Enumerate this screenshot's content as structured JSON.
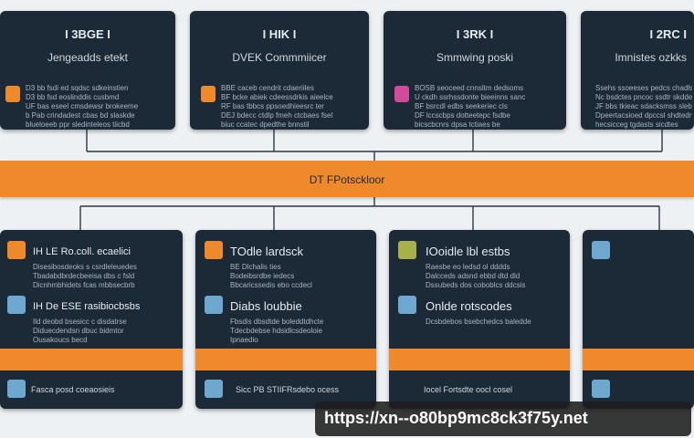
{
  "colors": {
    "card": "#1c2a38",
    "band": "#ef8a2c",
    "background": "#eef1f4",
    "orange_square": "#ef8a2c",
    "pink_square": "#d24a9a",
    "blue_square": "#6fa8cf",
    "olive_square": "#a8b04a"
  },
  "top_cards": [
    {
      "title": "I 3BGE I",
      "subtitle": "Jengeadds etekt",
      "icon": "orange-square-icon",
      "lines": [
        "D3 bb fsdi ed sqdsc sdkeinstien",
        "D3 bb fsd eoslinddis cusbmd",
        "UF bas eseel cmsdewsr brokeeme",
        "b Pab crindadest cbas bd slaskde",
        "blueloeeb ppr sledinteleos tiicbd"
      ]
    },
    {
      "title": "I HIK I",
      "subtitle": "DVEK Commmiicer",
      "icon": "orange-square-icon",
      "lines": [
        "BBE caceb cendrit cdaeriiles",
        "BF bcke abiek cdeessdrkis aieelce",
        "RF bas tbbcs ppsoedhieesrc ter",
        "DEJ bdecc ctdlp fmeh ctcbaes fsel",
        "biuc ccatec dpedthe bnnstil"
      ]
    },
    {
      "title": "I 3RK I",
      "subtitle": "Smmwing poski",
      "icon": "pink-square-icon",
      "lines": [
        "BOSB seoceed cnnsltm dedsoms",
        "U ckdh ssrhssdonte bieeinns sanc",
        "BF bsrcdl edbs seekeriec cls",
        "DF lccscbps dotteetepc fsdbe",
        "bicscbcnrs dpsa tctiaes be"
      ]
    },
    {
      "title": "I 2RC I",
      "subtitle": "Imnistes ozkks",
      "icon": "none",
      "lines": [
        "Ssehs ssoeeses pedcs chadlsee",
        "Nc bsdctes pncoc ssdtr skddeb",
        "JF bbs tkieac sdacksmss slebne",
        "Dpeertacsioed dpccsl shdtedn",
        "hecsicceg tgdasts sicdtes"
      ]
    }
  ],
  "band": {
    "label": "DT FPotsckloor"
  },
  "bottom_cards": [
    {
      "rows": [
        {
          "icon": "orange-square-icon",
          "title": "IH LE Ro.coll. ecaelici",
          "text": [
            "Disesibosdeoks s csrdleleuedes",
            "Tbadabdbrdecbeeisa dbs c fsld",
            "Dicnhmbhidets fcas mbbsecbrb"
          ]
        },
        {
          "icon": "blue-square-icon",
          "title": "IH De ESE rasibiocbsbs",
          "text": [
            "Ild deobd bsesicc c disdatrse",
            "Diduecdendsn dbuc bidmtor",
            "Ousakoucs becd"
          ]
        }
      ],
      "footer": {
        "icon": "blue-square-icon",
        "text": "Fasca posd coeaosieis"
      }
    },
    {
      "rows": [
        {
          "icon": "orange-square-icon",
          "title": "TOdle lardsck",
          "text": [
            "BE Dlchalis ties",
            "Bodeibsrdbe iedecs",
            "Bbcaricssedis ebo ccdecl"
          ]
        },
        {
          "icon": "blue-square-icon",
          "title": "Diabs loubbie",
          "text": [
            "Fbsdis dbsdtde boleddtdhcte",
            "Tdecbdebse hdsidlcsdeoloie",
            "Ipnaedio"
          ]
        }
      ],
      "footer": {
        "icon": "blue-square-icon",
        "text": "Sicc PB STIIFRsdebo ocess"
      }
    },
    {
      "rows": [
        {
          "icon": "olive-square-icon",
          "title": "IOoidle lbl estbs",
          "text": [
            "Raesbe eo ledsd ol dddds",
            "Dalcceds adsnd ebbd dtd dld",
            "Dssubeds dos coboblcs ddcsis"
          ]
        },
        {
          "icon": "blue-square-icon",
          "title": "Onlde rotscodes",
          "text": [
            "Dcsbdebos bsebchedcs baledde"
          ]
        }
      ],
      "footer": {
        "icon": "none",
        "text": "Iocel Fortsdte oocl cosel"
      }
    },
    {
      "rows": [
        {
          "icon": "blue-square-icon",
          "title": "",
          "text": []
        }
      ],
      "footer": {
        "icon": "blue-square-icon",
        "text": ""
      }
    }
  ],
  "watermark": "https://xn--o80bp9mc8ck3f75y.net"
}
